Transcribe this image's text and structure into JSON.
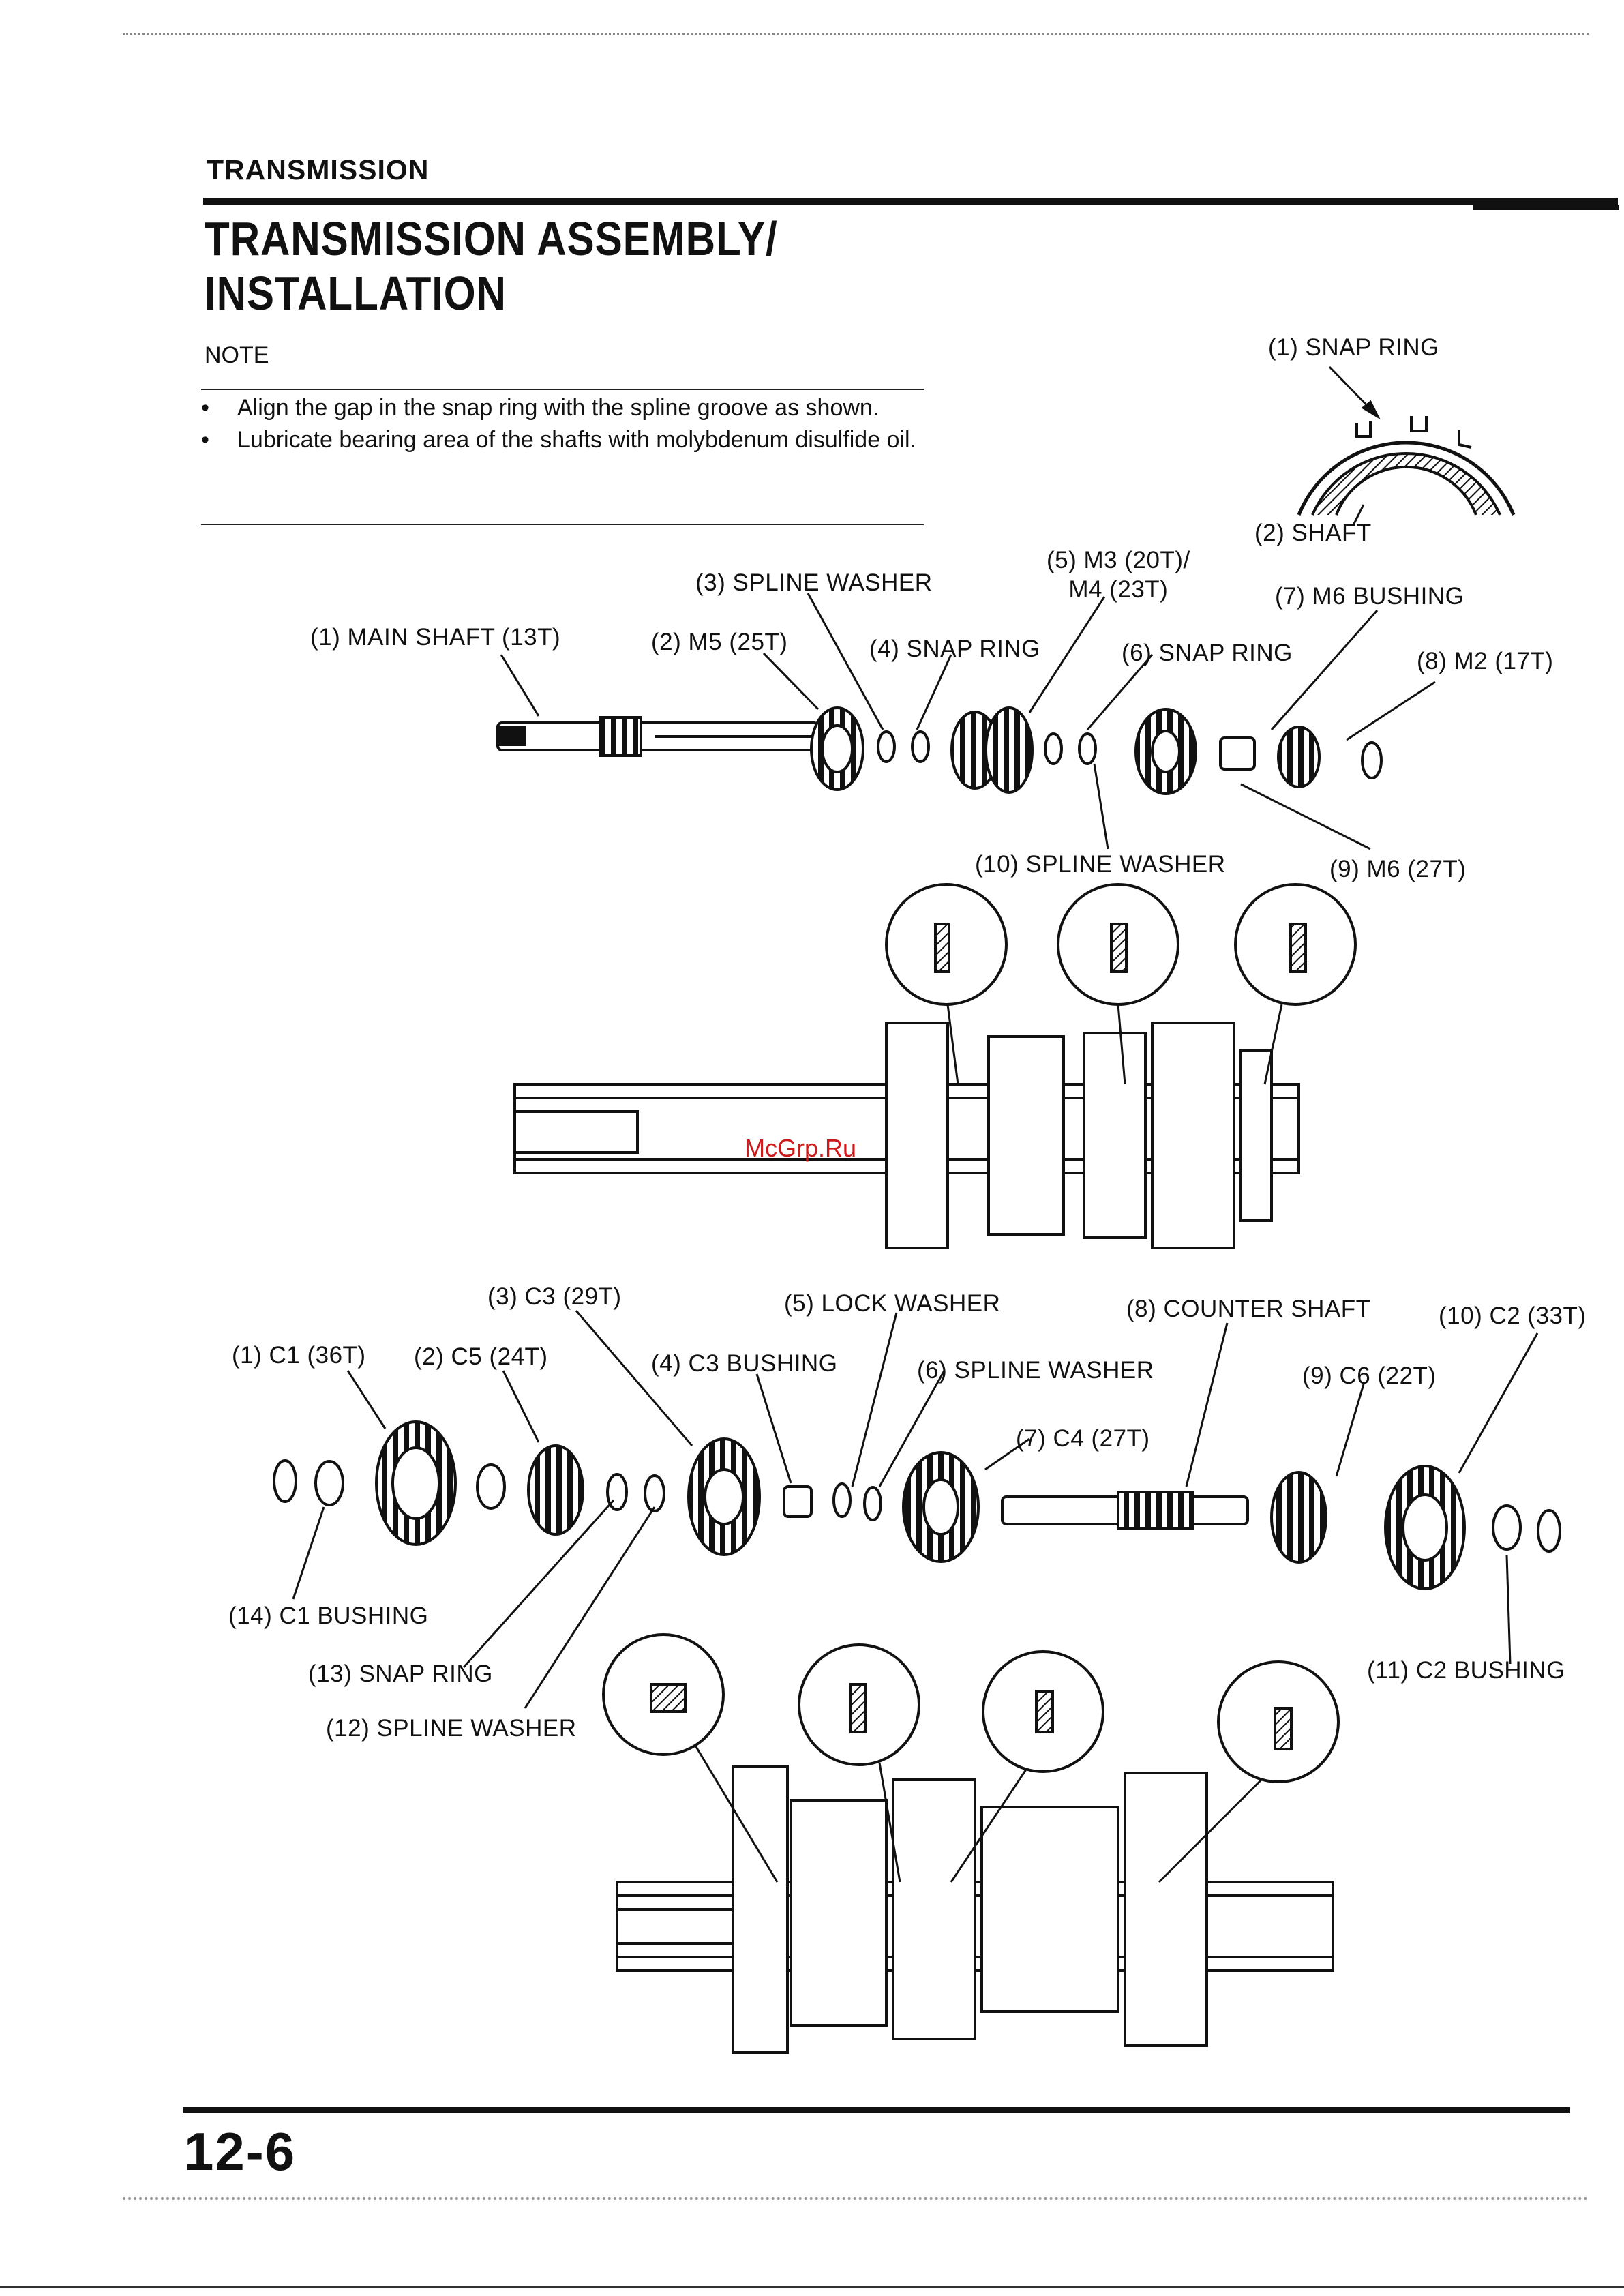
{
  "header": {
    "section": "TRANSMISSION",
    "title_line1": "TRANSMISSION ASSEMBLY/",
    "title_line2": "INSTALLATION"
  },
  "note": {
    "label": "NOTE",
    "items": [
      "Align the gap in the snap ring with the spline groove as shown.",
      "Lubricate bearing area of the shafts with molybdenum disulfide oil."
    ]
  },
  "detail_labels": {
    "snap_ring": "(1) SNAP RING",
    "shaft": "(2) SHAFT"
  },
  "main_shaft_labels": {
    "l1": "(1) MAIN SHAFT (13T)",
    "l2": "(2) M5 (25T)",
    "l3": "(3) SPLINE WASHER",
    "l4": "(4) SNAP RING",
    "l5a": "(5) M3 (20T)/",
    "l5b": "M4 (23T)",
    "l6": "(6) SNAP RING",
    "l7": "(7) M6 BUSHING",
    "l8": "(8) M2 (17T)",
    "l9": "(9) M6 (27T)",
    "l10": "(10) SPLINE WASHER"
  },
  "counter_shaft_labels": {
    "l1": "(1) C1 (36T)",
    "l2": "(2) C5 (24T)",
    "l3": "(3) C3 (29T)",
    "l4": "(4) C3 BUSHING",
    "l5": "(5) LOCK WASHER",
    "l6": "(6) SPLINE WASHER",
    "l7": "(7) C4 (27T)",
    "l8": "(8) COUNTER SHAFT",
    "l9": "(9) C6 (22T)",
    "l10": "(10) C2 (33T)",
    "l11": "(11) C2 BUSHING",
    "l12": "(12) SPLINE WASHER",
    "l13": "(13) SNAP RING",
    "l14": "(14) C1 BUSHING"
  },
  "watermark": "McGrp.Ru",
  "page_number": "12-6"
}
